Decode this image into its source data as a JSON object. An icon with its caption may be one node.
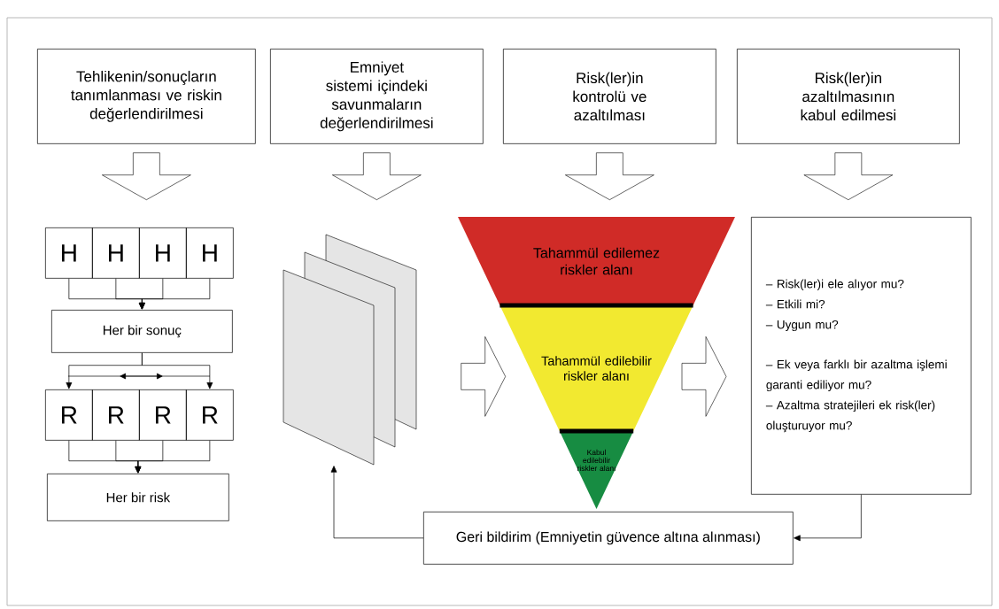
{
  "diagram": {
    "nodes": [
      {
        "text": [
          "Tehlikenin/sonuçların tanımlanması ve riskin değerlendirilmesi"
        ]
      },
      {
        "text": [
          "Emniyet sistemi içindeki savunmaların değerlendirilmesi"
        ]
      },
      {
        "text": [
          "Risk(ler)in kontrolü ve azaltılması"
        ]
      },
      {
        "text": [
          "Risk(ler)in azaltılmasının kabul edilmesi"
        ]
      },
      {
        "text": [
          "H"
        ]
      },
      {
        "text": [
          "H"
        ]
      },
      {
        "text": [
          "H"
        ]
      },
      {
        "text": [
          "H"
        ]
      },
      {
        "text": [
          "Her bir sonuç"
        ]
      },
      {
        "text": [
          "R"
        ]
      },
      {
        "text": [
          "R"
        ]
      },
      {
        "text": [
          "R"
        ]
      },
      {
        "text": [
          "R"
        ]
      },
      {
        "text": [
          "Her bir risk"
        ]
      },
      {
        "text": [],
        "shape": "box"
      },
      {
        "text": [
          "Tahammül edilemez riskler alanı"
        ]
      },
      {
        "text": [
          "Tahammül edilebilir riskler alanı"
        ]
      },
      {
        "text": [
          "Kabul edilebilir riskler alanı"
        ]
      },
      {
        "text": [
          "– Risk(ler)i ele alıyor mu?",
          "– Etkili mi?",
          "– Uygun mu?",
          "– Ek veya farklı bir azaltma işlemi garanti ediliyor mu?",
          "– Azaltma stratejileri ek risk(ler) oluşturuyor mu?"
        ]
      },
      {
        "text": [
          "Geri bildirim (Emniyetin güvence altına alınması)"
        ]
      }
    ],
    "edges": [
      {
        "from": 0,
        "to": null,
        "arrow": "to"
      },
      {
        "from": 1,
        "to": 14,
        "arrow": "to"
      },
      {
        "from": 2,
        "to": 15,
        "arrow": "to"
      },
      {
        "from": 3,
        "to": 18,
        "arrow": "to"
      },
      {
        "from": 4,
        "to": 8,
        "arrow": "to"
      },
      {
        "from": 5,
        "to": 8,
        "arrow": "to"
      },
      {
        "from": 6,
        "to": 8,
        "arrow": "to"
      },
      {
        "from": 7,
        "to": 8,
        "arrow": "to"
      },
      {
        "from": 8,
        "to": 9,
        "arrow": "to"
      },
      {
        "from": 8,
        "to": 12,
        "arrow": "to"
      },
      {
        "from": 9,
        "to": 13,
        "arrow": "to"
      },
      {
        "from": 10,
        "to": 13,
        "arrow": "to"
      },
      {
        "from": 11,
        "to": 13,
        "arrow": "to"
      },
      {
        "from": 12,
        "to": 13,
        "arrow": "to"
      },
      {
        "from": 14,
        "to": 16,
        "arrow": "to"
      },
      {
        "from": 16,
        "to": 18,
        "arrow": "to"
      },
      {
        "from": 18,
        "to": 19,
        "arrow": "to"
      },
      {
        "from": 19,
        "to": 14,
        "arrow": "to"
      }
    ]
  }
}
